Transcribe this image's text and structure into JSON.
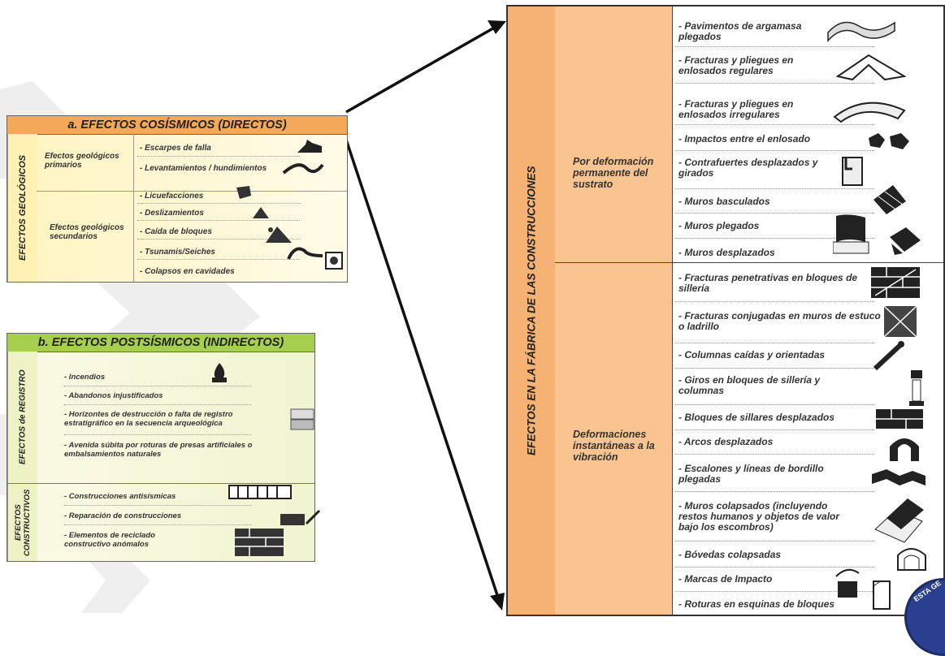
{
  "panel_a": {
    "title": "a. EFECTOS COSÍSMICOS (DIRECTOS)",
    "side_label": "EFECTOS GEOLÓGICOS",
    "groups": [
      {
        "label": "Efectos geológicos primarios",
        "items": [
          "- Escarpes de falla",
          "- Levantamientos / hundimientos"
        ]
      },
      {
        "label": "Efectos geológicos secundarios",
        "items": [
          "- Licuefacciones",
          "- Deslizamientos",
          "- Caída de bloques",
          "- Tsunamis/Seiches",
          "- Colapsos en cavidades"
        ]
      }
    ]
  },
  "panel_b": {
    "title": "b. EFECTOS POSTSÍSMICOS (INDIRECTOS)",
    "side_label_1": "EFECTOS de REGISTRO",
    "side_label_2": "EFECTOS CONSTRUCTIVOS",
    "registro_items": [
      "- Incendios",
      "- Abandonos injustificados",
      "- Horizontes de destrucción o falta de registro estratigráfico  en la secuencia arqueológica",
      "- Avenida súbita por roturas de presas artificiales o embalsamientos naturales"
    ],
    "constructivos_items": [
      "- Construcciones antisísmicas",
      "- Reparación de construcciones",
      "- Elementos de reciclado constructivo anómalos"
    ]
  },
  "panel_right": {
    "side_label": "EFECTOS EN LA FÁBRICA DE LAS CONSTRUCCIONES",
    "group_1": "Por deformación permanente del sustrato",
    "group_2": "Deformaciones instantáneas a la vibración",
    "items_1": [
      "- Pavimentos de argamasa plegados",
      "- Fracturas y pliegues en enlosados regulares",
      "- Fracturas y pliegues en enlosados irregulares",
      "- Impactos entre el enlosado",
      "- Contrafuertes desplazados y girados",
      "- Muros basculados",
      "- Muros plegados",
      "- Muros desplazados"
    ],
    "items_2": [
      "- Fracturas penetrativas en bloques de sillería",
      "- Fracturas conjugadas en muros de estuco o ladrillo",
      "- Columnas caídas y orientadas",
      "- Giros en bloques de sillería y columnas",
      "- Bloques de sillares desplazados",
      "- Arcos desplazados",
      "- Escalones y líneas de bordillo plegadas",
      "- Muros colapsados (incluyendo restos humanos y objetos de valor bajo los escombros)",
      "- Bóvedas colapsadas",
      "- Marcas de Impacto",
      "- Roturas en esquinas de bloques"
    ]
  },
  "badge_text": "ESTA GE"
}
